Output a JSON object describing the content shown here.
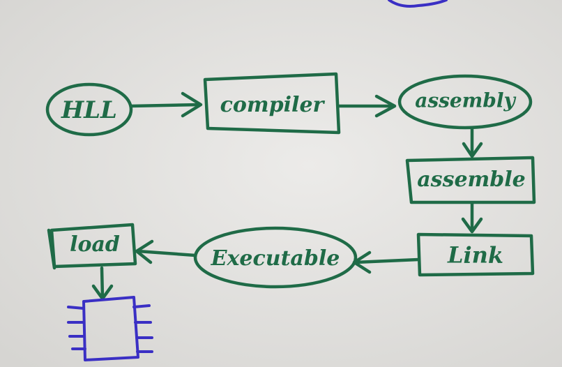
{
  "diagram": {
    "nodes": {
      "hll": "HLL",
      "compiler": "compiler",
      "assembly": "assembly",
      "assemble": "assemble",
      "link": "Link",
      "executable": "Executable",
      "load": "load"
    },
    "colors": {
      "board": "#e3e2e0",
      "marker_green": "#1f6b47",
      "marker_blue": "#3a2fc4"
    },
    "flow": [
      "HLL",
      "compiler",
      "assembly",
      "assemble",
      "Link",
      "Executable",
      "load",
      "chip-icon"
    ]
  }
}
